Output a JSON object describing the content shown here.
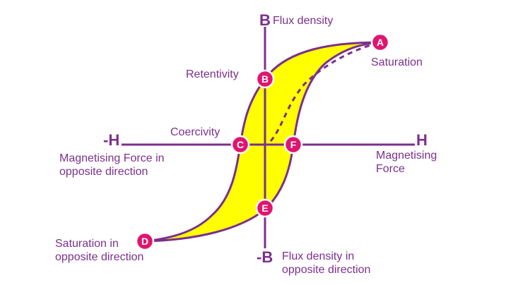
{
  "axes": {
    "b_pos": "B",
    "b_pos_label": "Flux density",
    "b_neg": "-B",
    "b_neg_label_1": "Flux density in",
    "b_neg_label_2": "opposite direction",
    "h_pos": "H",
    "h_pos_label_1": "Magnetising",
    "h_pos_label_2": "Force",
    "h_neg": "-H",
    "h_neg_label_1": "Magnetising Force in",
    "h_neg_label_2": "opposite direction"
  },
  "points": {
    "a": "A",
    "b": "B",
    "c": "C",
    "d": "D",
    "e": "E",
    "f": "F"
  },
  "labels": {
    "saturation": "Saturation",
    "retentivity": "Retentivity",
    "coercivity": "Coercivity",
    "saturation_opp_1": "Saturation in",
    "saturation_opp_2": "opposite direction"
  },
  "colors": {
    "axis": "#7b2f8e",
    "loop_fill": "#ffff00",
    "point_fill": "#e0156e"
  }
}
